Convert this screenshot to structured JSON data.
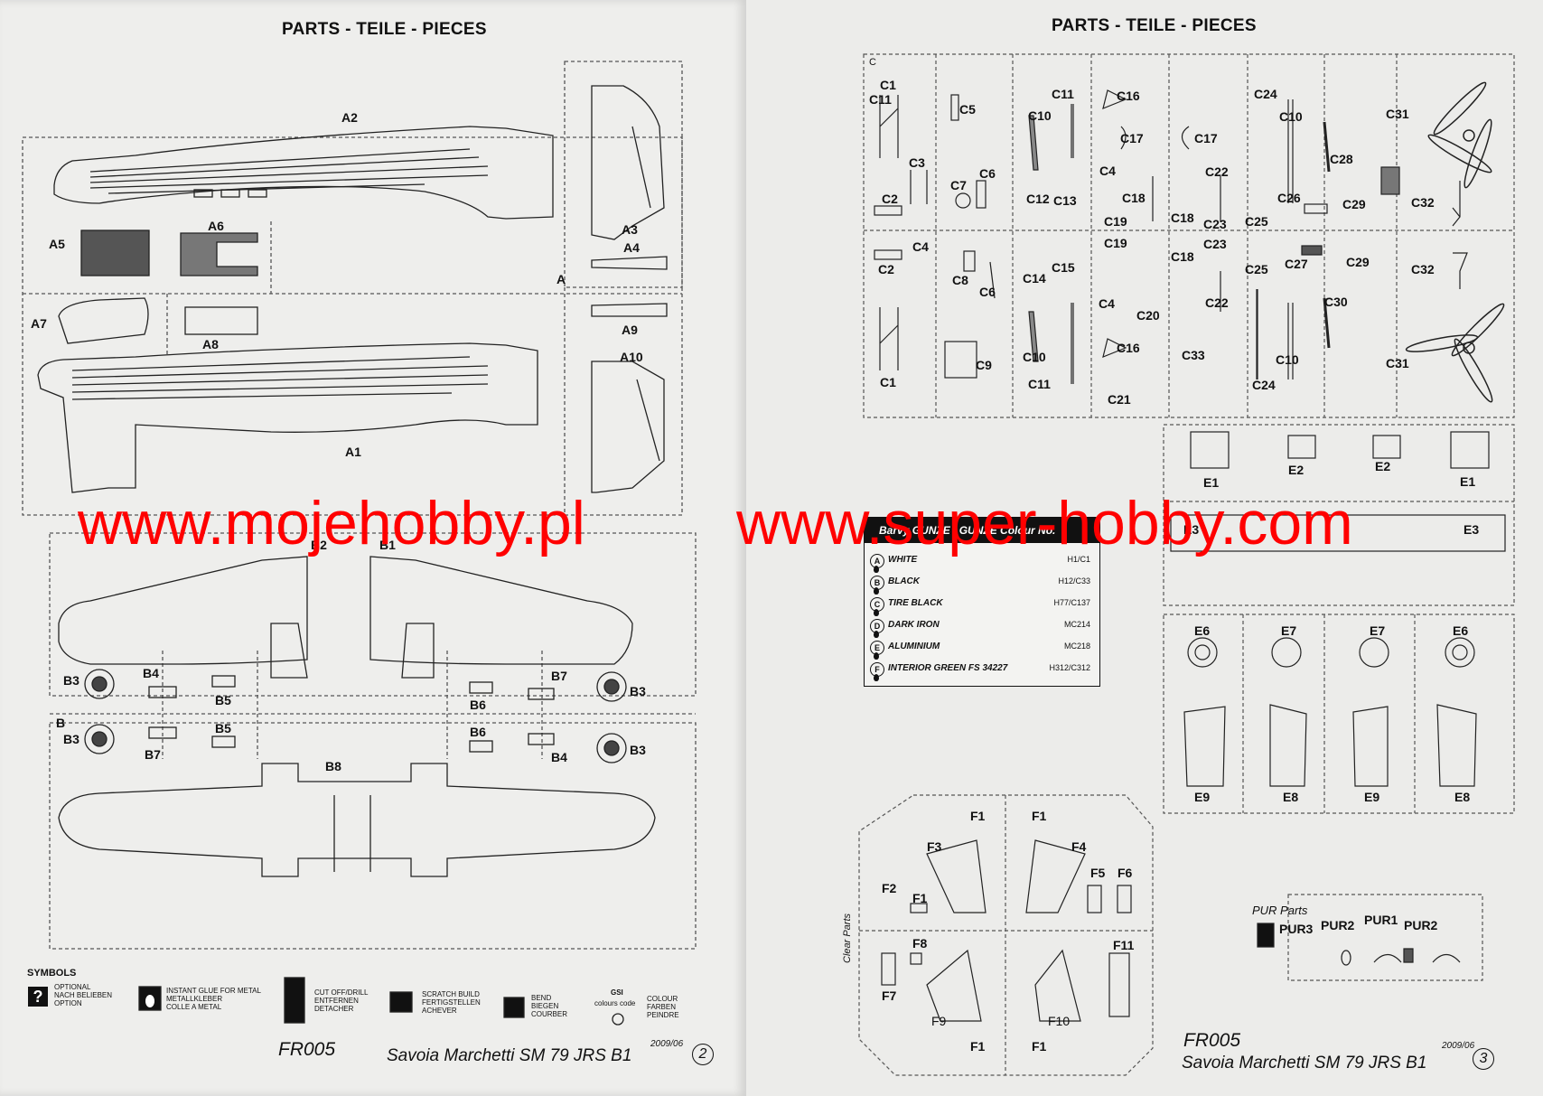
{
  "left_page": {
    "heading": "PARTS - TEILE - PIECES",
    "sprue_a_labels": {
      "A2": "A2",
      "A5": "A5",
      "A6": "A6",
      "A3": "A3",
      "A4": "A4",
      "A7": "A7",
      "A8": "A8",
      "A9": "A9",
      "A10": "A10",
      "A1": "A1",
      "A": "A"
    },
    "sprue_b_labels": {
      "B2": "B2",
      "B1": "B1",
      "B3a": "B3",
      "B4a": "B4",
      "B5a": "B5",
      "B6a": "B6",
      "B7a": "B7",
      "B3b": "B3",
      "B3c": "B3",
      "B7b": "B7",
      "B5b": "B5",
      "B6b": "B6",
      "B4b": "B4",
      "B3d": "B3",
      "B8": "B8",
      "B": "B"
    },
    "symbols": {
      "title": "SYMBOLS",
      "optional": {
        "glyph": "?",
        "text": "OPTIONAL\nNACH BELIEBEN\nOPTION"
      },
      "glue": {
        "text": "INSTANT GLUE FOR METAL\nMETALLKLEBER\nCOLLE A METAL"
      },
      "cut": {
        "text": "CUT OFF/DRILL\nENTFERNEN\nDETACHER"
      },
      "scratch": {
        "text": "SCRATCH BUILD\nFERTIGSTELLEN\nACHEVER"
      },
      "bend": {
        "text": "BEND\nBIEGEN\nCOURBER"
      },
      "colour": {
        "code": "GSI",
        "sub": "colours code",
        "text": "COLOUR\nFARBEN\nPEINDRE"
      }
    },
    "footer": {
      "code": "FR005",
      "title": "Savoia Marchetti SM 79 JRS B1",
      "date": "2009/06",
      "page": "2"
    }
  },
  "right_page": {
    "heading": "PARTS - TEILE - PIECES",
    "sprue_c_labels": {
      "C": "C",
      "C1a": "C1",
      "C5": "C5",
      "C11a": "C11",
      "C16a": "C16",
      "C24a": "C24",
      "C31a": "C31",
      "C10a": "C10",
      "C17a": "C17",
      "C17b": "C17",
      "C10b": "C10",
      "C3": "C3",
      "C6a": "C6",
      "C7": "C7",
      "C4a": "C4",
      "C22a": "C22",
      "C28": "C28",
      "C2a": "C2",
      "C12": "C12",
      "C13": "C13",
      "C18a": "C18",
      "C26": "C26",
      "C29a": "C29",
      "C32a": "C32",
      "C19a": "C19",
      "C18b": "C18",
      "C23a": "C23",
      "C25a": "C25",
      "C4b": "C4",
      "C19b": "C19",
      "C23b": "C23",
      "C2b": "C2",
      "C15": "C15",
      "C18c": "C18",
      "C25b": "C25",
      "C27": "C27",
      "C29b": "C29",
      "C32b": "C32",
      "C8": "C8",
      "C6b": "C6",
      "C14": "C14",
      "C4c": "C4",
      "C22b": "C22",
      "C30": "C30",
      "C20": "C20",
      "C16b": "C16",
      "C33": "C33",
      "C10c": "C10",
      "C10d": "C10",
      "C31b": "C31",
      "C9": "C9",
      "C1b": "C1",
      "C11b": "C11",
      "C21": "C21",
      "C24b": "C24"
    },
    "sprue_e_labels": {
      "E1a": "E1",
      "E2a": "E2",
      "E2b": "E2",
      "E1b": "E1",
      "E3a": "E3",
      "E3b": "E3",
      "E6a": "E6",
      "E7a": "E7",
      "E7b": "E7",
      "E6b": "E6",
      "E9a": "E9",
      "E8a": "E8",
      "E9b": "E9",
      "E8b": "E8"
    },
    "colour_legend": {
      "header": "Barvy GUNZE / GUNZE Colour No.",
      "rows": [
        {
          "letter": "A",
          "name": "WHITE",
          "code": "H1/C1"
        },
        {
          "letter": "B",
          "name": "BLACK",
          "code": "H12/C33"
        },
        {
          "letter": "C",
          "name": "TIRE BLACK",
          "code": "H77/C137"
        },
        {
          "letter": "D",
          "name": "DARK IRON",
          "code": "MC214"
        },
        {
          "letter": "E",
          "name": "ALUMINIUM",
          "code": "MC218"
        },
        {
          "letter": "F",
          "name": "INTERIOR GREEN FS 34227",
          "code": "H312/C312"
        }
      ]
    },
    "clear_parts": {
      "label": "Clear Parts",
      "labels": {
        "F1a": "F1",
        "F1b": "F1",
        "F3": "F3",
        "F4": "F4",
        "F2": "F2",
        "F1c": "F1",
        "F5": "F5",
        "F6": "F6",
        "F8": "F8",
        "F11": "F11",
        "F7": "F7",
        "F9": "F9",
        "F10": "F10",
        "F1d": "F1",
        "F1e": "F1"
      }
    },
    "pur_parts": {
      "title": "PUR Parts",
      "labels": [
        "PUR3",
        "PUR2",
        "PUR1",
        "PUR2"
      ]
    },
    "footer": {
      "code": "FR005",
      "title": "Savoia Marchetti SM 79 JRS B1",
      "date": "2009/06",
      "page": "3"
    }
  },
  "watermark": {
    "left": "www.mojehobby.pl",
    "right": "www.super-hobby.com",
    "color": "#ff0000"
  }
}
